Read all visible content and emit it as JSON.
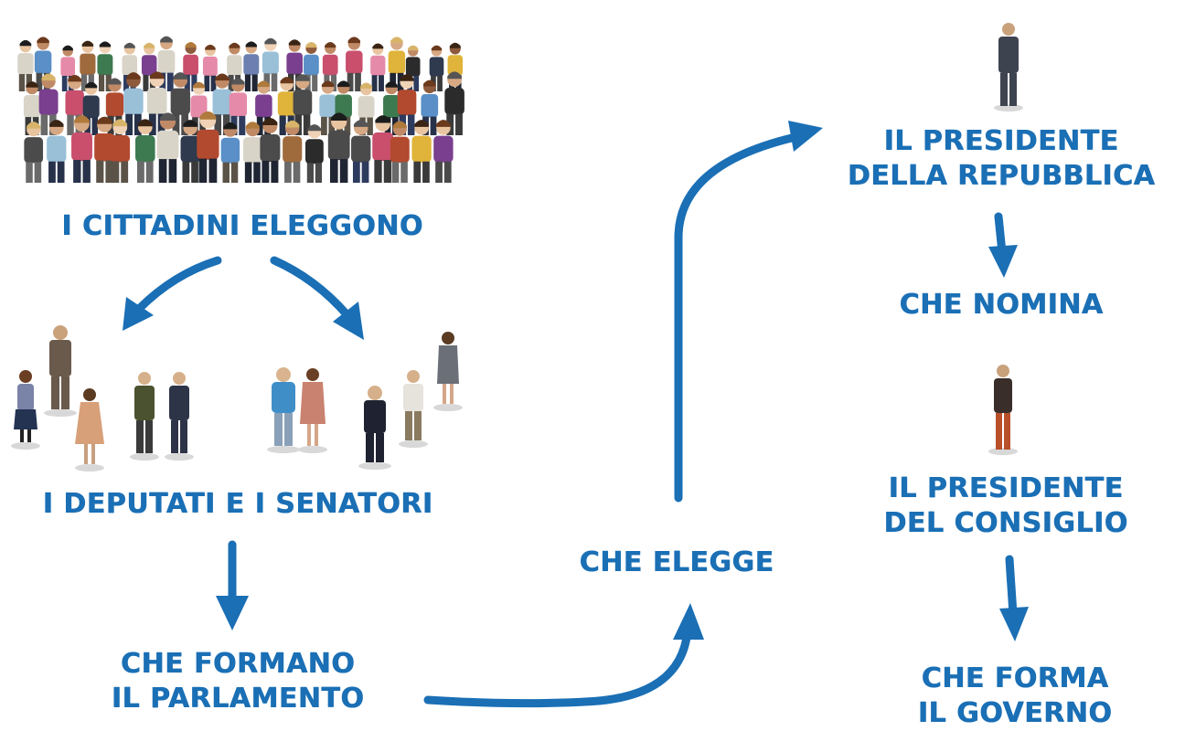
{
  "labels": {
    "citizens": "I CITTADINI ELEGGONO",
    "deputies_senators": "I DEPUTATI   E   I SENATORI",
    "parliament_line1": "CHE FORMANO",
    "parliament_line2": "IL PARLAMENTO",
    "elects": "CHE ELEGGE",
    "president_rep_line1": "IL PRESIDENTE",
    "president_rep_line2": "DELLA REPUBBLICA",
    "appoints": "CHE NOMINA",
    "president_council_line1": "IL PRESIDENTE",
    "president_council_line2": "DEL CONSIGLIO",
    "government_line1": "CHE FORMA",
    "government_line2": "IL GOVERNO"
  },
  "colors": {
    "accent": "#1a6fb5"
  },
  "illustrations": [
    "crowd-of-citizens-illustration",
    "deputies-group-illustration",
    "senators-group-illustration",
    "president-of-republic-illustration",
    "president-of-council-illustration"
  ]
}
